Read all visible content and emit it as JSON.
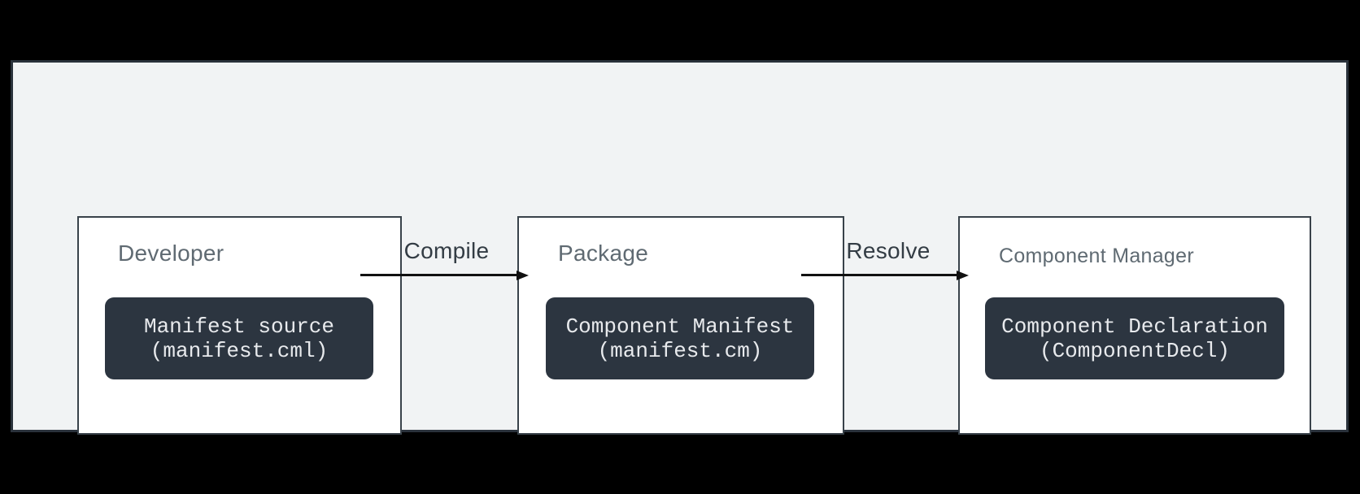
{
  "diagram": {
    "nodes": [
      {
        "title": "Developer",
        "chip": {
          "line1": "Manifest source",
          "line2": "(manifest.cml)"
        }
      },
      {
        "title": "Package",
        "chip": {
          "line1": "Component Manifest",
          "line2": "(manifest.cm)"
        }
      },
      {
        "title": "Component Manager",
        "chip": {
          "line1": "Component Declaration",
          "line2": "(ComponentDecl)"
        }
      }
    ],
    "arrows": [
      {
        "label": "Compile"
      },
      {
        "label": "Resolve"
      }
    ]
  },
  "colors": {
    "background": "#000000",
    "panel_bg": "#f1f3f4",
    "panel_border": "#2a323b",
    "node_bg": "#ffffff",
    "node_border": "#39424a",
    "chip_bg": "#2c3540",
    "chip_text": "#e8eaed",
    "title_text": "#5f6a72",
    "arrow_label_text": "#333c44",
    "arrow": "#111111"
  }
}
